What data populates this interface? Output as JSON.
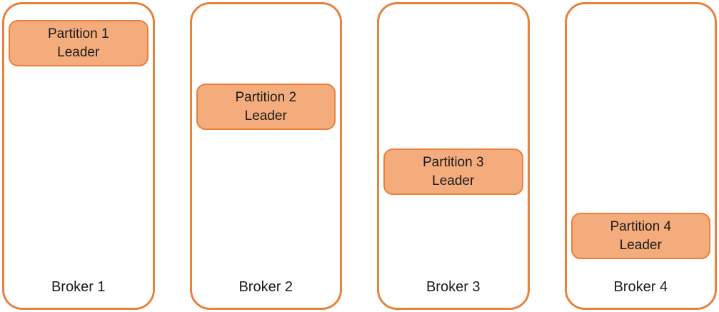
{
  "colors": {
    "accent_border": "#E8813C",
    "partition_fill": "#F4AC7D",
    "text": "#1A1A1A",
    "background": "#FFFFFF"
  },
  "diagram": {
    "type": "kafka-broker-partition-diagram",
    "brokers": [
      {
        "label": "Broker 1",
        "partition": {
          "name": "Partition 1",
          "role": "Leader"
        }
      },
      {
        "label": "Broker 2",
        "partition": {
          "name": "Partition 2",
          "role": "Leader"
        }
      },
      {
        "label": "Broker 3",
        "partition": {
          "name": "Partition 3",
          "role": "Leader"
        }
      },
      {
        "label": "Broker 4",
        "partition": {
          "name": "Partition 4",
          "role": "Leader"
        }
      }
    ]
  }
}
